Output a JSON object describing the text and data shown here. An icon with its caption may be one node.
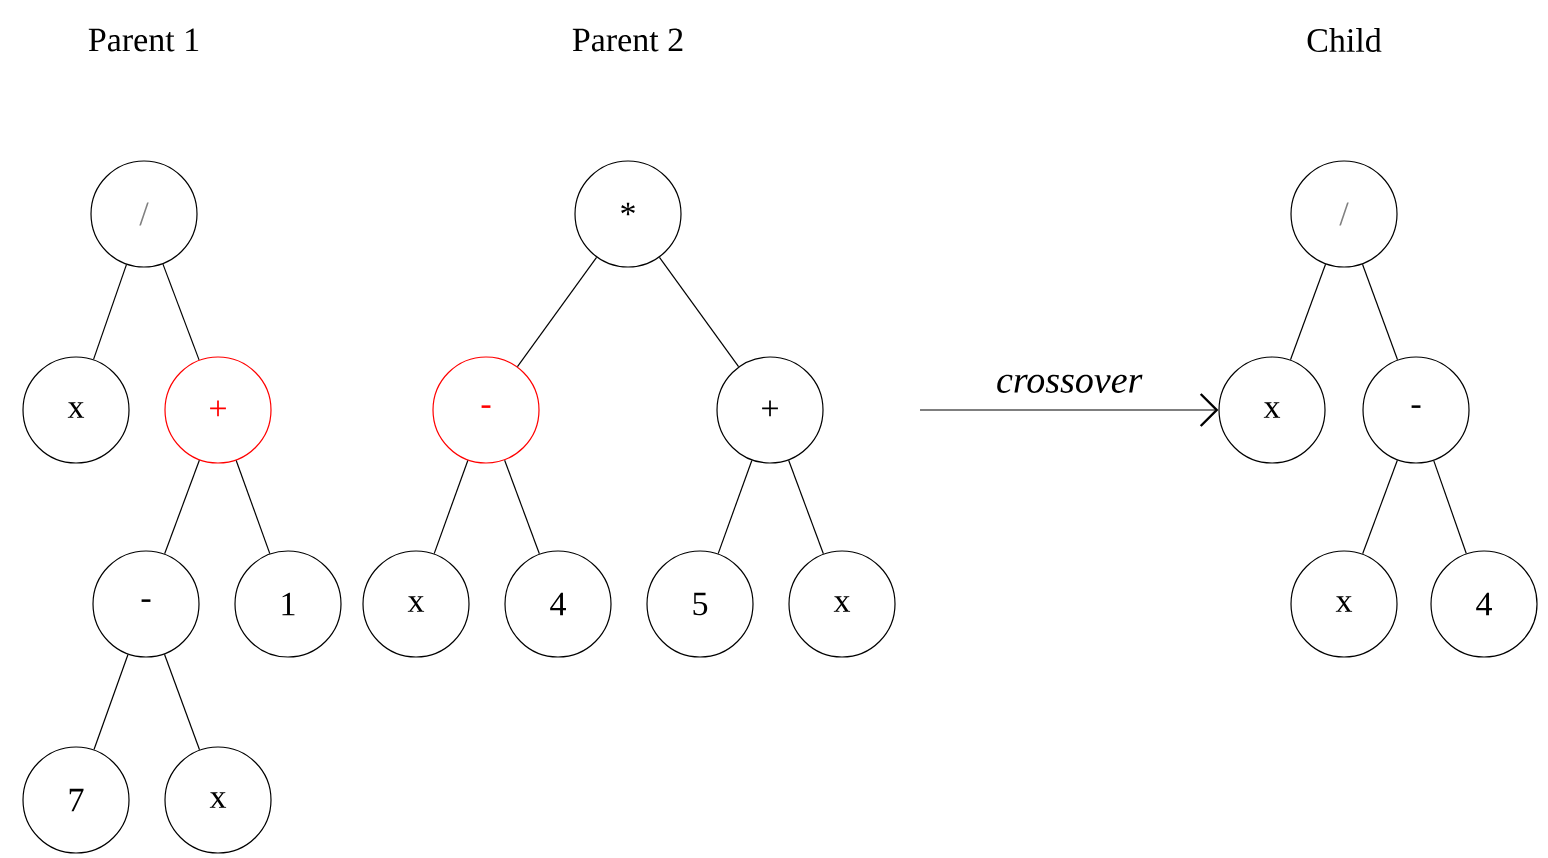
{
  "diagram": {
    "nodes": [
      {
        "text": [
          "/"
        ]
      },
      {
        "text": [
          "x"
        ]
      },
      {
        "text": [
          "+"
        ]
      },
      {
        "text": [
          "-"
        ]
      },
      {
        "text": [
          "1"
        ]
      },
      {
        "text": [
          "7"
        ]
      },
      {
        "text": [
          "x"
        ]
      },
      {
        "text": [
          "*"
        ]
      },
      {
        "text": [
          "-"
        ]
      },
      {
        "text": [
          "+"
        ]
      },
      {
        "text": [
          "x"
        ]
      },
      {
        "text": [
          "4"
        ]
      },
      {
        "text": [
          "5"
        ]
      },
      {
        "text": [
          "x"
        ]
      },
      {
        "text": [
          "/"
        ]
      },
      {
        "text": [
          "x"
        ]
      },
      {
        "text": [
          "-"
        ]
      },
      {
        "text": [
          "x"
        ]
      },
      {
        "text": [
          "4"
        ]
      }
    ],
    "edges": [
      {
        "from": 0,
        "to": 1,
        "arrow": "none"
      },
      {
        "from": 0,
        "to": 2,
        "arrow": "none"
      },
      {
        "from": 2,
        "to": 3,
        "arrow": "none"
      },
      {
        "from": 2,
        "to": 4,
        "arrow": "none"
      },
      {
        "from": 3,
        "to": 5,
        "arrow": "none"
      },
      {
        "from": 3,
        "to": 6,
        "arrow": "none"
      },
      {
        "from": 7,
        "to": 8,
        "arrow": "none"
      },
      {
        "from": 7,
        "to": 9,
        "arrow": "none"
      },
      {
        "from": 8,
        "to": 10,
        "arrow": "none"
      },
      {
        "from": 8,
        "to": 11,
        "arrow": "none"
      },
      {
        "from": 9,
        "to": 12,
        "arrow": "none"
      },
      {
        "from": 9,
        "to": 13,
        "arrow": "none"
      },
      {
        "from": 14,
        "to": 15,
        "arrow": "none"
      },
      {
        "from": 14,
        "to": 16,
        "arrow": "none"
      },
      {
        "from": 16,
        "to": 17,
        "arrow": "none"
      },
      {
        "from": 16,
        "to": 18,
        "arrow": "none"
      },
      {
        "from": null,
        "to": 15,
        "arrow": "to",
        "label": "crossover"
      }
    ],
    "labels": [
      "Parent 1",
      "Parent 2",
      "Child"
    ]
  }
}
